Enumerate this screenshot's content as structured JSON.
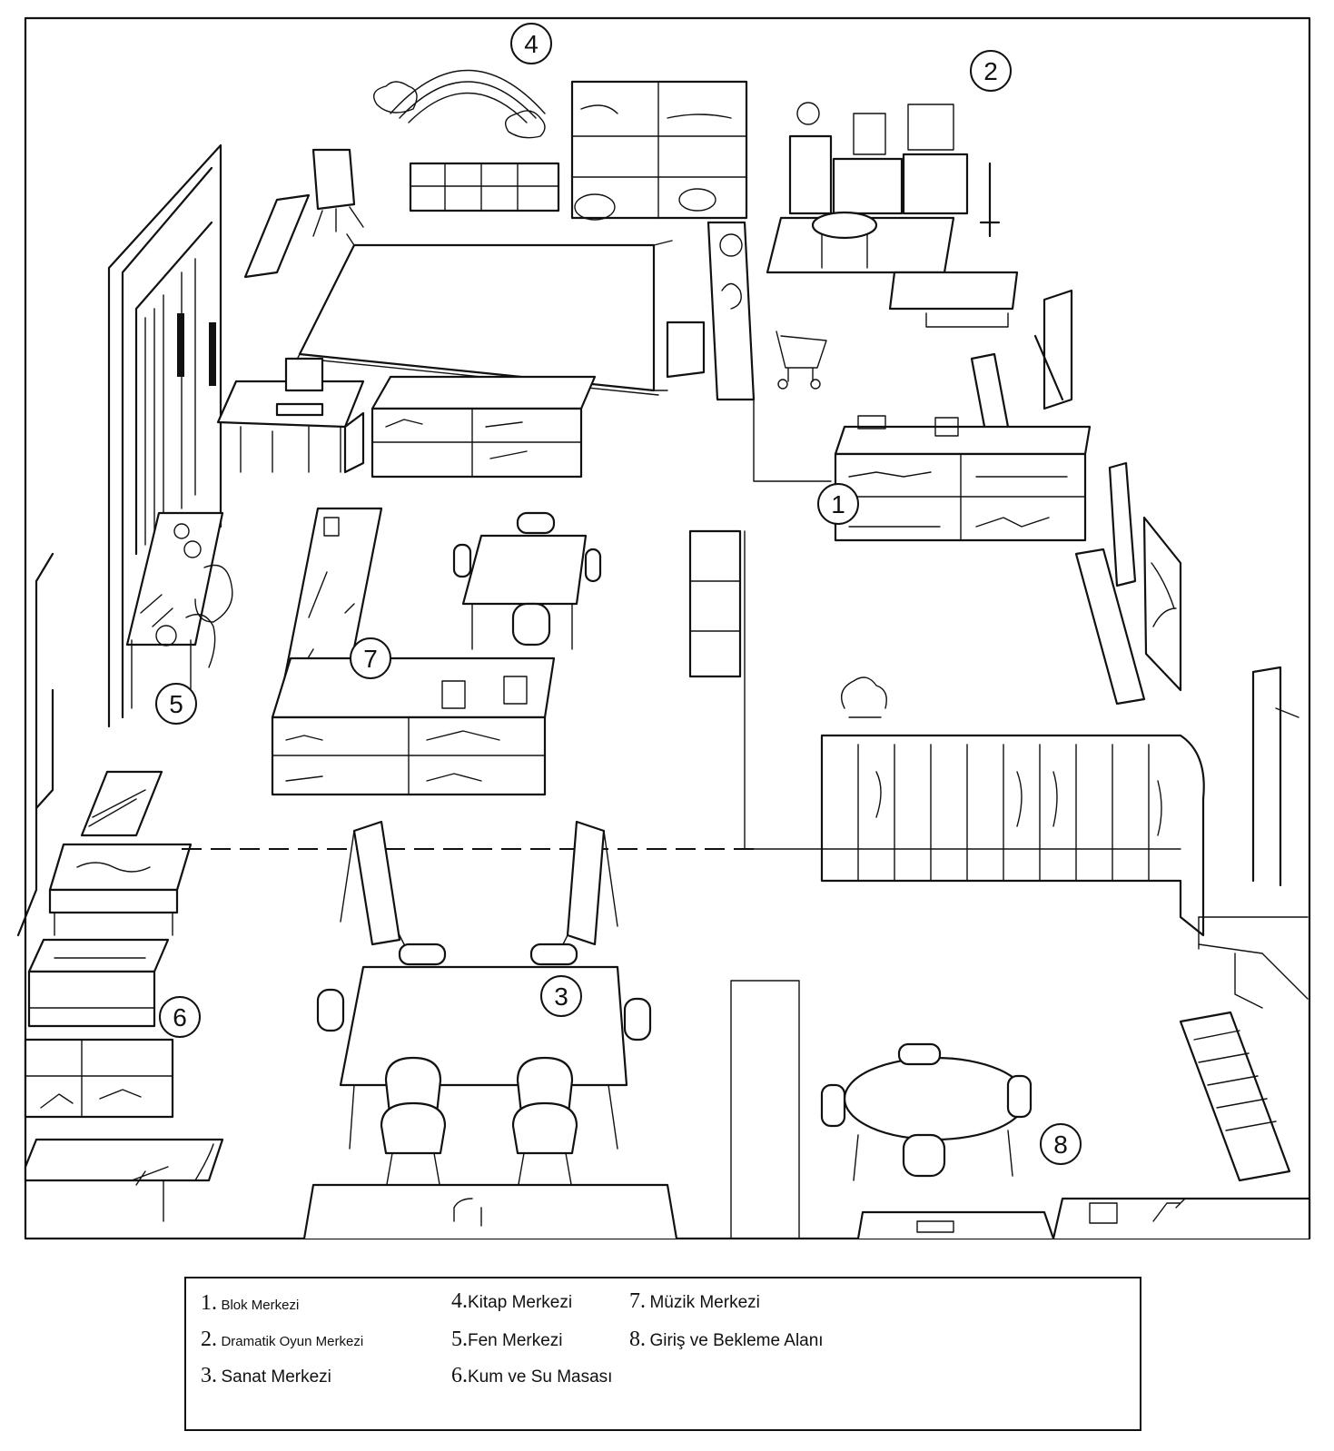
{
  "markers": [
    "1",
    "2",
    "3",
    "4",
    "5",
    "6",
    "7",
    "8"
  ],
  "legend": [
    {
      "num": "1.",
      "label": "Blok Merkezi"
    },
    {
      "num": "2.",
      "label": "Dramatik Oyun Merkezi"
    },
    {
      "num": "3.",
      "label": "Sanat Merkezi"
    },
    {
      "num": "4.",
      "label": "Kitap Merkezi"
    },
    {
      "num": "5.",
      "label": "Fen Merkezi"
    },
    {
      "num": "6.",
      "label": "Kum ve Su Masası"
    },
    {
      "num": "7.",
      "label": "Müzik Merkezi"
    },
    {
      "num": "8.",
      "label": "Giriş ve Bekleme Alanı"
    }
  ]
}
